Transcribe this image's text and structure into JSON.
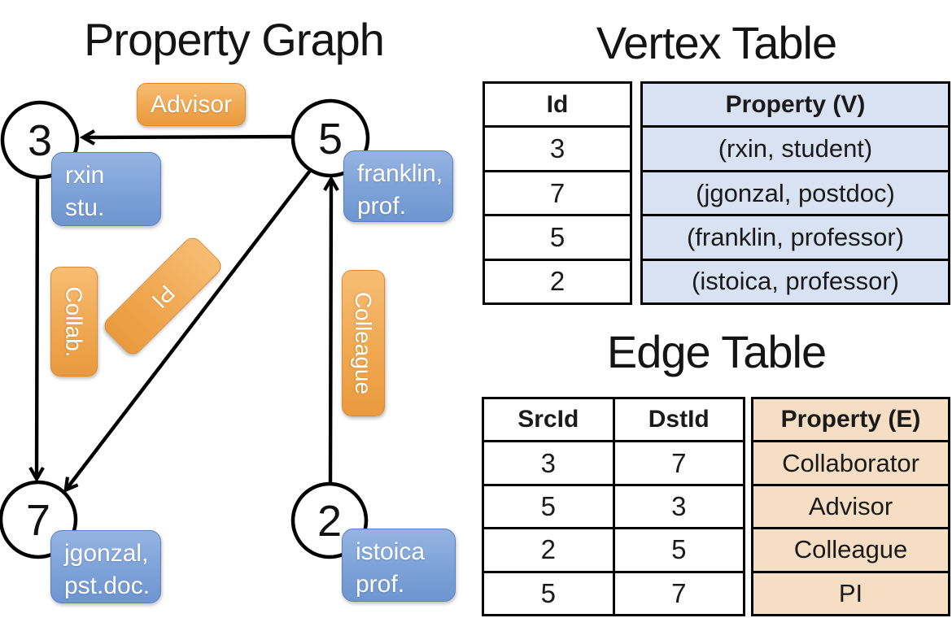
{
  "panel_titles": {
    "graph": "Property Graph",
    "vertex": "Vertex Table",
    "edge": "Edge Table"
  },
  "graph": {
    "nodes": [
      {
        "id": "3",
        "label_line1": "rxin",
        "label_line2": "stu."
      },
      {
        "id": "5",
        "label_line1": "franklin,",
        "label_line2": "prof."
      },
      {
        "id": "7",
        "label_line1": "jgonzal,",
        "label_line2": "pst.doc."
      },
      {
        "id": "2",
        "label_line1": "istoica",
        "label_line2": "prof."
      }
    ],
    "edge_labels": [
      "Advisor",
      "Collab.",
      "PI",
      "Colleague"
    ]
  },
  "vertex_table": {
    "headers": {
      "id": "Id",
      "property": "Property (V)"
    },
    "rows": [
      {
        "id": "3",
        "property": "(rxin, student)"
      },
      {
        "id": "7",
        "property": "(jgonzal, postdoc)"
      },
      {
        "id": "5",
        "property": "(franklin, professor)"
      },
      {
        "id": "2",
        "property": "(istoica, professor)"
      }
    ]
  },
  "edge_table": {
    "headers": {
      "src": "SrcId",
      "dst": "DstId",
      "property": "Property (E)"
    },
    "rows": [
      {
        "src": "3",
        "dst": "7",
        "property": "Collaborator"
      },
      {
        "src": "5",
        "dst": "3",
        "property": "Advisor"
      },
      {
        "src": "2",
        "dst": "5",
        "property": "Colleague"
      },
      {
        "src": "5",
        "dst": "7",
        "property": "PI"
      }
    ]
  },
  "colors": {
    "edge_label_fill": "#f0a851",
    "vertex_label_fill": "#7da2d8",
    "vertex_property_fill": "#d9e2f3",
    "edge_property_fill": "#f5dec3",
    "line": "#000000"
  }
}
